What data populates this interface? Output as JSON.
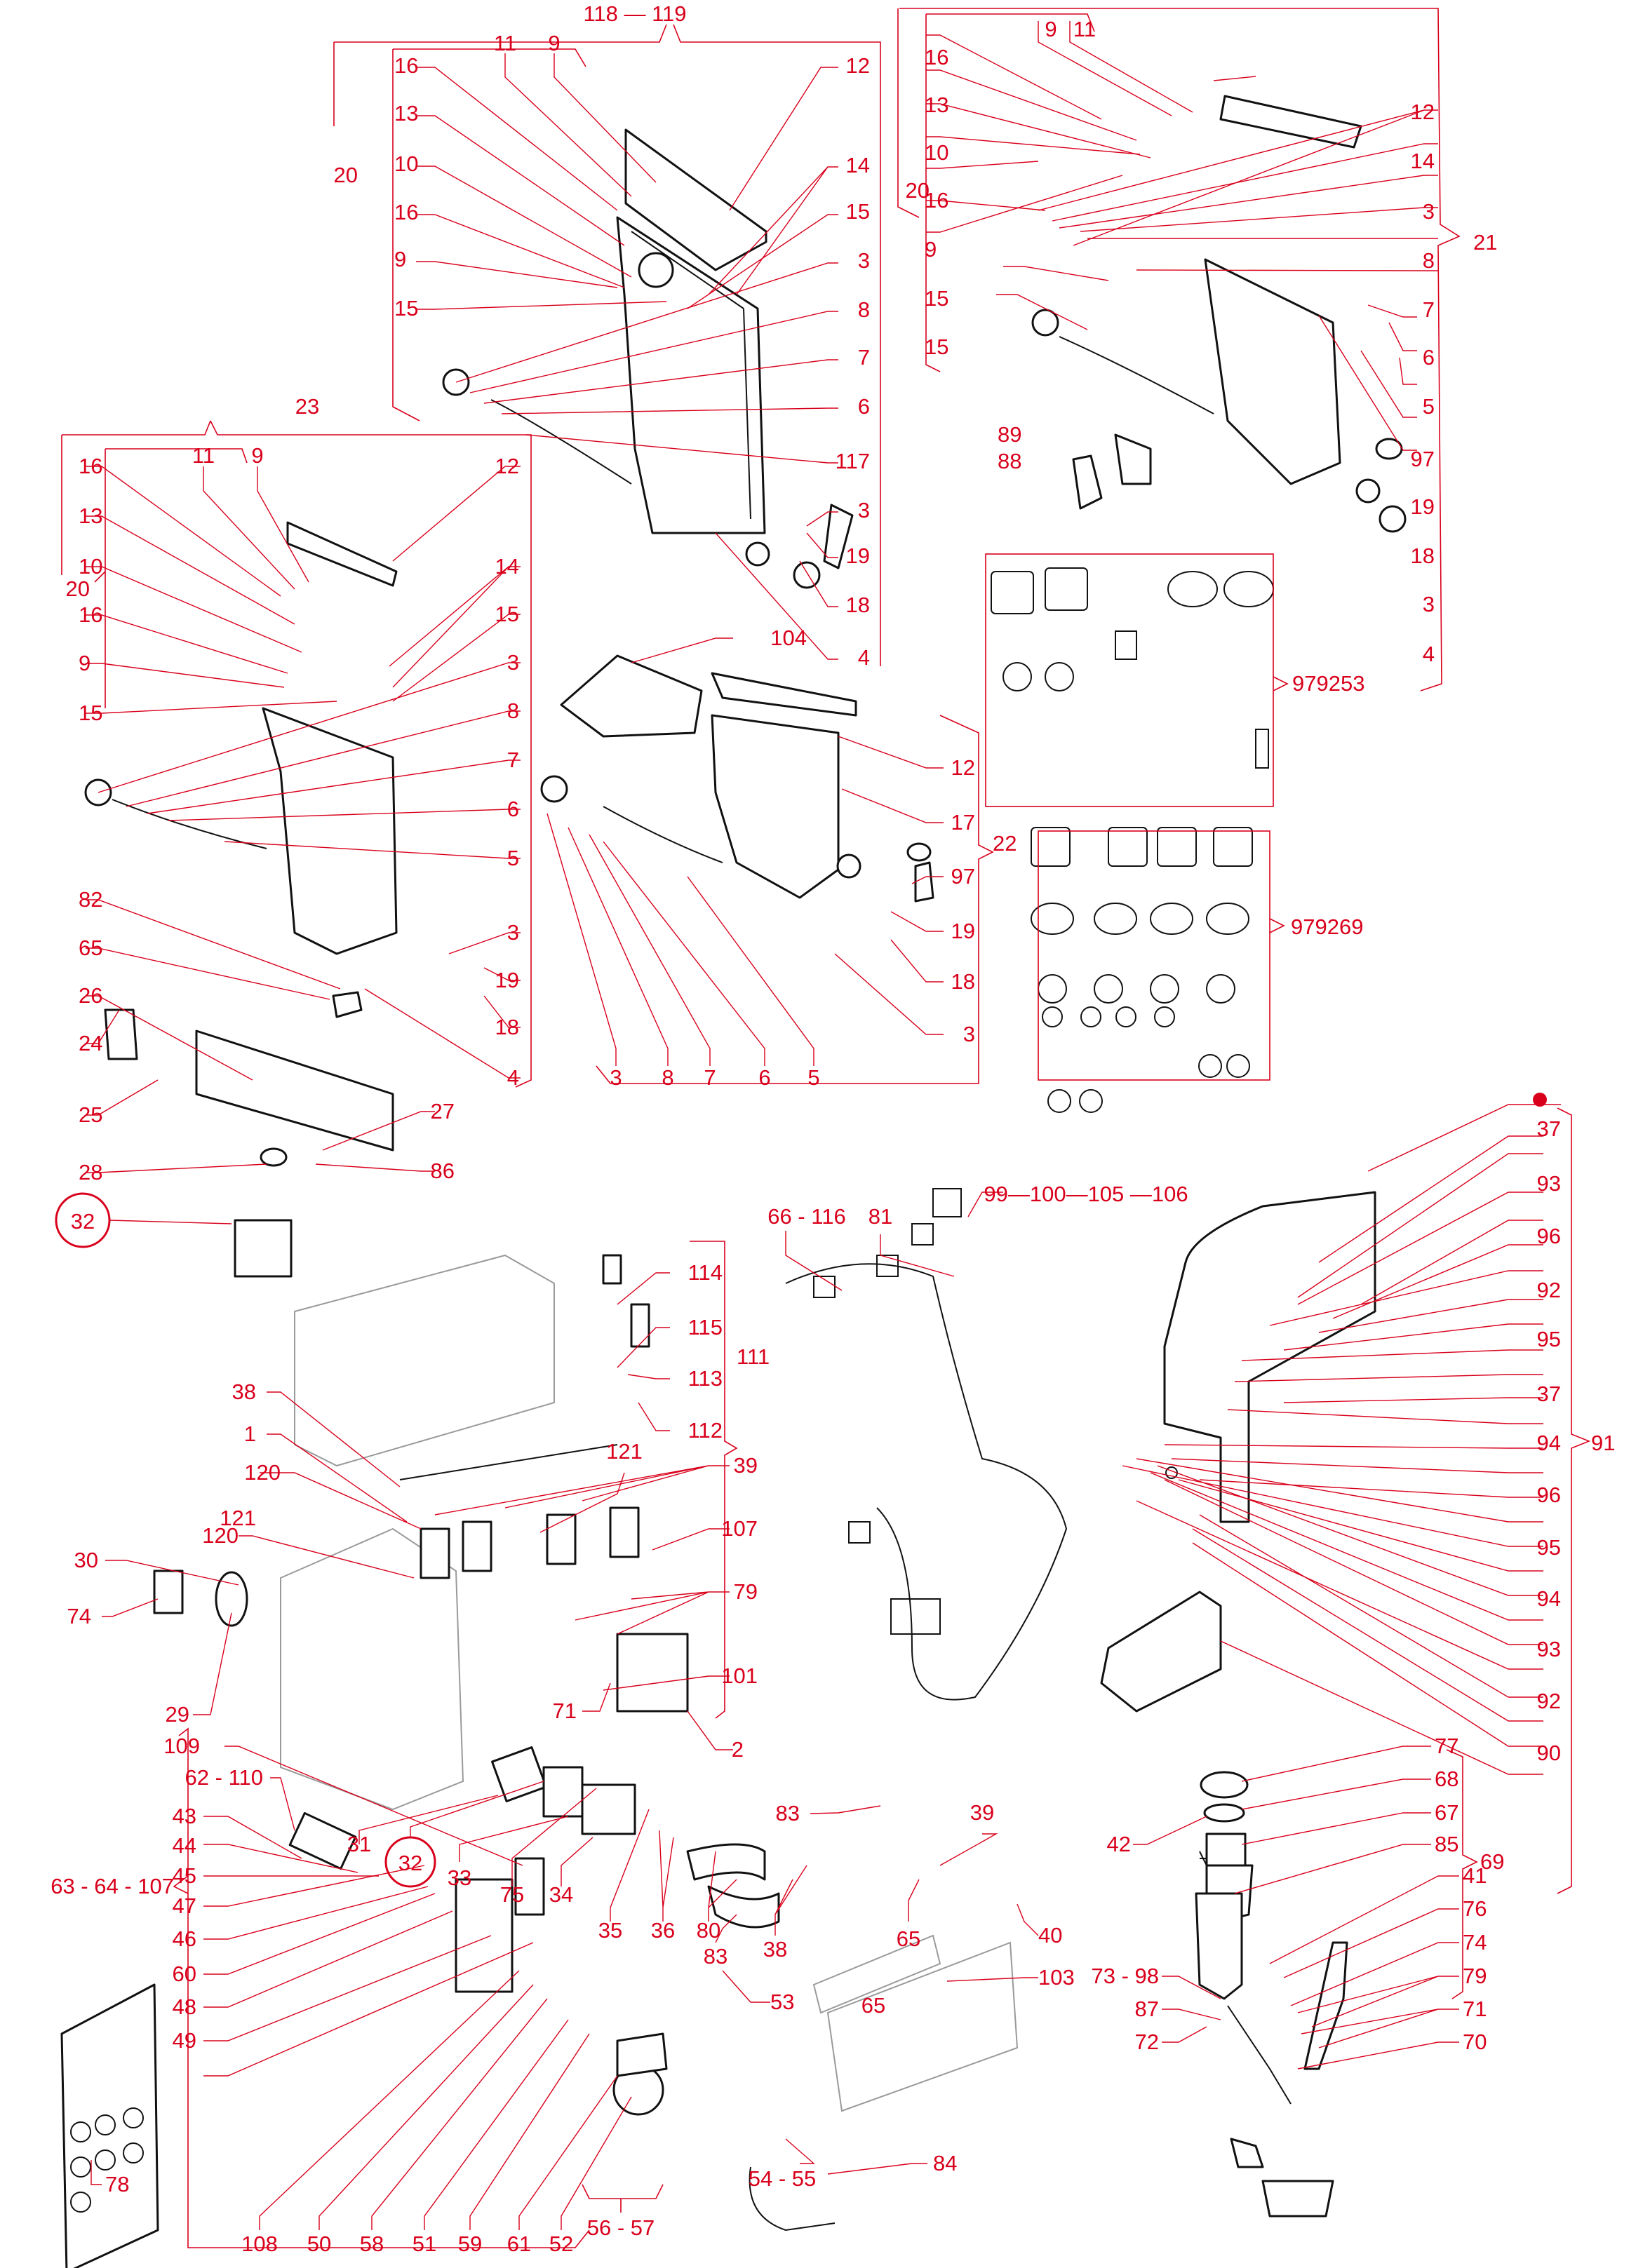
{
  "diagram": {
    "title": "Exploded parts view",
    "accent_color": "#d9001b",
    "highlighted_part": "32",
    "groups": [
      {
        "id": "118-119",
        "label": "118  —  119"
      },
      {
        "id": "20a",
        "label": "20"
      },
      {
        "id": "20b",
        "label": "20"
      },
      {
        "id": "20c",
        "label": "20"
      },
      {
        "id": "21",
        "label": "21"
      },
      {
        "id": "22",
        "label": "22"
      },
      {
        "id": "23",
        "label": "23"
      },
      {
        "id": "111",
        "label": "111"
      },
      {
        "id": "91",
        "label": "91"
      },
      {
        "id": "69",
        "label": "69"
      },
      {
        "id": "63-64-107",
        "label": "63 - 64 - 107"
      },
      {
        "id": "56-57",
        "label": "56  -  57"
      },
      {
        "id": "979253",
        "label": "979253"
      },
      {
        "id": "979269",
        "label": "979269"
      }
    ],
    "callouts": {
      "hopperA": [
        "16",
        "11",
        "9",
        "13",
        "10",
        "16",
        "9",
        "15",
        "12",
        "14",
        "15",
        "3",
        "8",
        "7",
        "6",
        "117",
        "3",
        "19",
        "18",
        "4"
      ],
      "hopperB": [
        "9",
        "11",
        "16",
        "13",
        "10",
        "16",
        "9",
        "15",
        "15",
        "12",
        "14",
        "3",
        "8",
        "7",
        "6",
        "5",
        "89",
        "88",
        "97",
        "19",
        "18",
        "3",
        "4"
      ],
      "hopperC": [
        "16",
        "11",
        "9",
        "13",
        "10",
        "16",
        "9",
        "15",
        "12",
        "14",
        "15",
        "3",
        "8",
        "7",
        "6",
        "5",
        "82",
        "65",
        "26",
        "24",
        "3",
        "19",
        "18",
        "4",
        "25",
        "27",
        "28",
        "86"
      ],
      "hopperD": [
        "104",
        "12",
        "17",
        "97",
        "19",
        "18",
        "3",
        "3",
        "8",
        "7",
        "6",
        "5"
      ],
      "electrics": [
        "32",
        "114",
        "115",
        "113",
        "112",
        "38",
        "1",
        "120",
        "120",
        "121",
        "39",
        "121",
        "107",
        "30",
        "79",
        "101",
        "74",
        "29",
        "71",
        "2"
      ],
      "harness": [
        "66  - 116",
        "81",
        "99—100—105 —106"
      ],
      "cover": [
        "37",
        "93",
        "96",
        "92",
        "95",
        "37",
        "94",
        "96",
        "95",
        "94",
        "93",
        "92",
        "90"
      ],
      "lower": [
        "109",
        "62 - 110",
        "43",
        "44",
        "45",
        "47",
        "46",
        "60",
        "48",
        "49",
        "108",
        "50",
        "58",
        "51",
        "59",
        "61",
        "52",
        "31",
        "32",
        "33",
        "75",
        "34",
        "35",
        "36",
        "80",
        "83",
        "83",
        "38",
        "65",
        "39",
        "65",
        "40",
        "103",
        "53",
        "54 - 55",
        "84",
        "78"
      ],
      "outlet": [
        "77",
        "68",
        "67",
        "42",
        "85",
        "41",
        "76",
        "74",
        "73 - 98",
        "79",
        "87",
        "71",
        "72",
        "70"
      ]
    }
  }
}
